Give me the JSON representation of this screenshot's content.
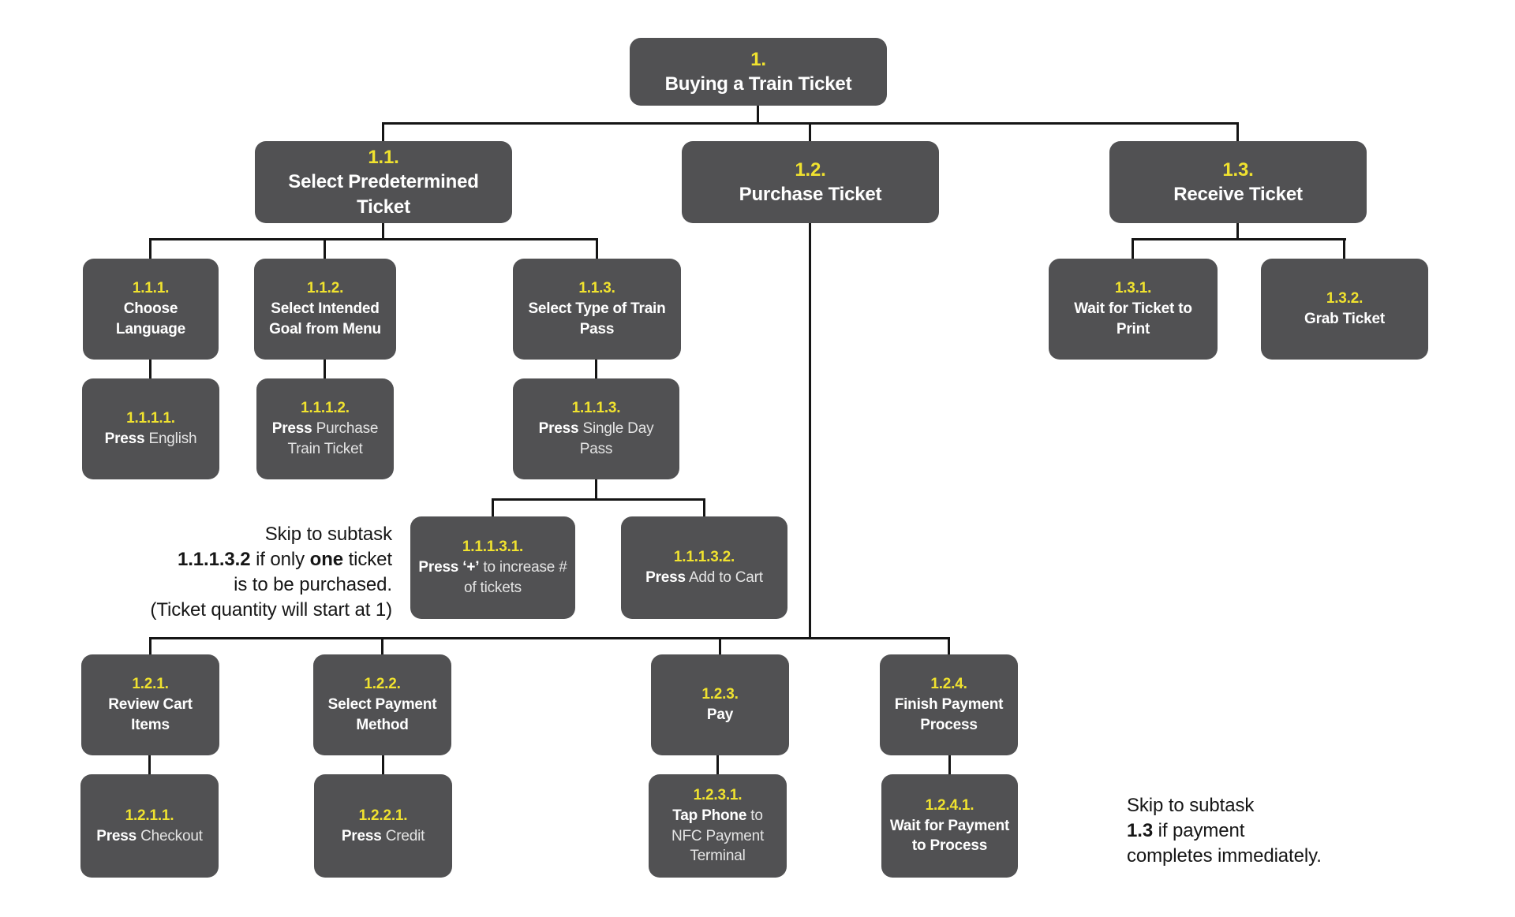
{
  "diagram_title": "Buying a Train Ticket task hierarchy",
  "colors": {
    "page_bg": "#ffffff",
    "box_bg": "#515153",
    "num_yellow": "#f0e22f",
    "text_bold": "#ffffff",
    "text_regular": "#e4e4e4",
    "line_color": "#151515",
    "ann_color": "#161616"
  },
  "nodes": {
    "n1": {
      "num": "1.",
      "bold": "Buying a Train Ticket",
      "rest": ""
    },
    "n11": {
      "num": "1.1.",
      "bold": "Select Predetermined Ticket",
      "rest": ""
    },
    "n12": {
      "num": "1.2.",
      "bold": "Purchase Ticket",
      "rest": ""
    },
    "n13": {
      "num": "1.3.",
      "bold": "Receive Ticket",
      "rest": ""
    },
    "n111": {
      "num": "1.1.1.",
      "bold": "Choose Language",
      "rest": ""
    },
    "n112": {
      "num": "1.1.2.",
      "bold": "Select Intended Goal from Menu",
      "rest": ""
    },
    "n113": {
      "num": "1.1.3.",
      "bold": "Select Type of Train Pass",
      "rest": ""
    },
    "n1111": {
      "num": "1.1.1.1.",
      "bold": "Press",
      "rest": " English"
    },
    "n1112": {
      "num": "1.1.1.2.",
      "bold": "Press",
      "rest": " Purchase Train Ticket"
    },
    "n1113": {
      "num": "1.1.1.3.",
      "bold": "Press",
      "rest": " Single Day Pass"
    },
    "n11131": {
      "num": "1.1.1.3.1.",
      "bold": "Press ‘+’",
      "rest": " to increase # of tickets"
    },
    "n11132": {
      "num": "1.1.1.3.2.",
      "bold": "Press",
      "rest": " Add to Cart"
    },
    "n121": {
      "num": "1.2.1.",
      "bold": "Review Cart Items",
      "rest": ""
    },
    "n122": {
      "num": "1.2.2.",
      "bold": "Select Payment Method",
      "rest": ""
    },
    "n123": {
      "num": "1.2.3.",
      "bold": "Pay",
      "rest": ""
    },
    "n124": {
      "num": "1.2.4.",
      "bold": "Finish Payment Process",
      "rest": ""
    },
    "n1211": {
      "num": "1.2.1.1.",
      "bold": "Press",
      "rest": " Checkout"
    },
    "n1221": {
      "num": "1.2.2.1.",
      "bold": "Press",
      "rest": " Credit"
    },
    "n1231": {
      "num": "1.2.3.1.",
      "bold": "Tap Phone",
      "rest": " to NFC Payment Terminal"
    },
    "n1241": {
      "num": "1.2.4.1.",
      "bold": "Wait for Payment to Process",
      "rest": ""
    },
    "n131": {
      "num": "1.3.1.",
      "bold": "Wait for Ticket to Print",
      "rest": ""
    },
    "n132": {
      "num": "1.3.2.",
      "bold": "Grab Ticket",
      "rest": ""
    }
  },
  "annotations": {
    "skip_one_ticket": {
      "lines": [
        [
          {
            "t": "Skip to subtask",
            "b": 0
          }
        ],
        [
          {
            "t": "1.1.1.3.2",
            "b": 1
          },
          {
            "t": " if only ",
            "b": 0
          },
          {
            "t": "one",
            "b": 1
          },
          {
            "t": " ticket",
            "b": 0
          }
        ],
        [
          {
            "t": "is to be purchased.",
            "b": 0
          }
        ],
        [
          {
            "t": "(Ticket quantity will start at 1)",
            "b": 0
          }
        ]
      ]
    },
    "skip_payment": {
      "lines": [
        [
          {
            "t": "Skip to subtask",
            "b": 0
          }
        ],
        [
          {
            "t": "1.3",
            "b": 1
          },
          {
            "t": " if payment",
            "b": 0
          }
        ],
        [
          {
            "t": "completes immediately.",
            "b": 0
          }
        ]
      ]
    }
  }
}
